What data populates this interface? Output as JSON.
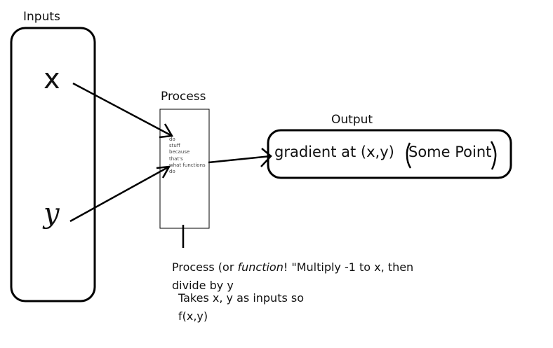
{
  "inputs": {
    "title": "Inputs",
    "x": "x",
    "y": "y"
  },
  "process": {
    "title": "Process",
    "lines": [
      "do",
      "stuff",
      "because",
      "that's",
      "what functions",
      "do"
    ]
  },
  "output": {
    "title": "Output",
    "main": "gradient at (x,y)",
    "point": "Some Point"
  },
  "notes": {
    "line1_a": "Process (or ",
    "line1_em": "function",
    "line1_b": "! \"Multiply -1 to x, then",
    "line2": "divide by y",
    "line3": "Takes x, y as inputs so",
    "line4": "f(x,y)"
  }
}
